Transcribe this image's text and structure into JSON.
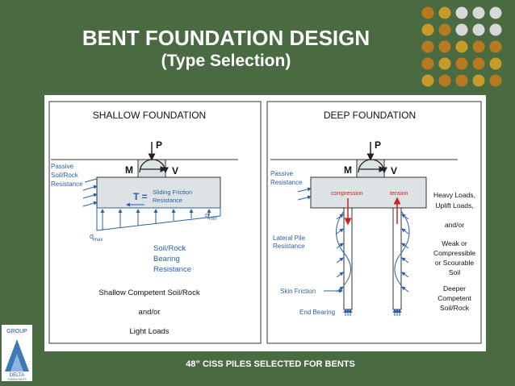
{
  "slide": {
    "title_line1": "BENT FOUNDATION DESIGN",
    "title_line2": "(Type Selection)",
    "caption": "48” CISS PILES SELECTED FOR BENTS"
  },
  "colors": {
    "background": "#4a6a42",
    "accent": "#c79a2a",
    "label_blue": "#2a5fa8",
    "concrete": "#dde2e5",
    "pile_arrow": "#cc2222"
  },
  "logo": {
    "line1": "GROUP",
    "line2": "DELTA",
    "line3": "CONSULTANTS"
  },
  "shallow": {
    "heading": "SHALLOW FOUNDATION",
    "p": "P",
    "m": "M",
    "v": "V",
    "passive1": "Passive",
    "passive2": "Soil/Rock",
    "passive3": "Resistance",
    "t_eq": "T =",
    "sliding1": "Sliding Friction",
    "sliding2": "Resistance",
    "qmin": "q",
    "qmin_sub": "min",
    "qmax": "q",
    "qmax_sub": "max",
    "bearing1": "Soil/Rock",
    "bearing2": "Bearing",
    "bearing3": "Resistance",
    "cond1": "Shallow Competent Soil/Rock",
    "cond2": "and/or",
    "cond3": "Light Loads"
  },
  "deep": {
    "heading": "DEEP FOUNDATION",
    "p": "P",
    "m": "M",
    "v": "V",
    "passive1": "Passive",
    "passive2": "Resistance",
    "compression": "compression",
    "tension": "tension",
    "lateral1": "Lateral Pile",
    "lateral2": "Resistance",
    "skin": "Skin Friction",
    "end_bearing": "End Bearing",
    "right1": "Heavy Loads,",
    "right2": "Uplift Loads,",
    "right3": "and/or",
    "right4": "Weak or",
    "right5": "Compressible",
    "right6": "or Scourable",
    "right7": "Soil",
    "right8": "Deeper",
    "right9": "Competent",
    "right10": "Soil/Rock"
  }
}
